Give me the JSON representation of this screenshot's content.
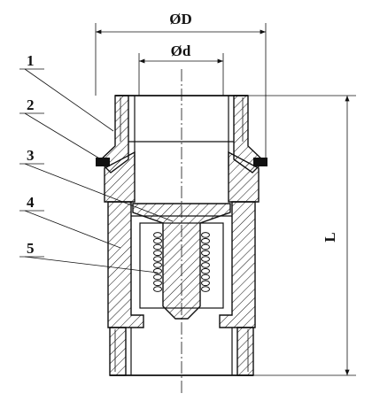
{
  "dimensions": {
    "outer_diameter": "ØD",
    "inner_diameter": "Ød",
    "length": "L"
  },
  "callouts": [
    {
      "label": "1"
    },
    {
      "label": "2"
    },
    {
      "label": "3"
    },
    {
      "label": "4"
    },
    {
      "label": "5"
    }
  ]
}
